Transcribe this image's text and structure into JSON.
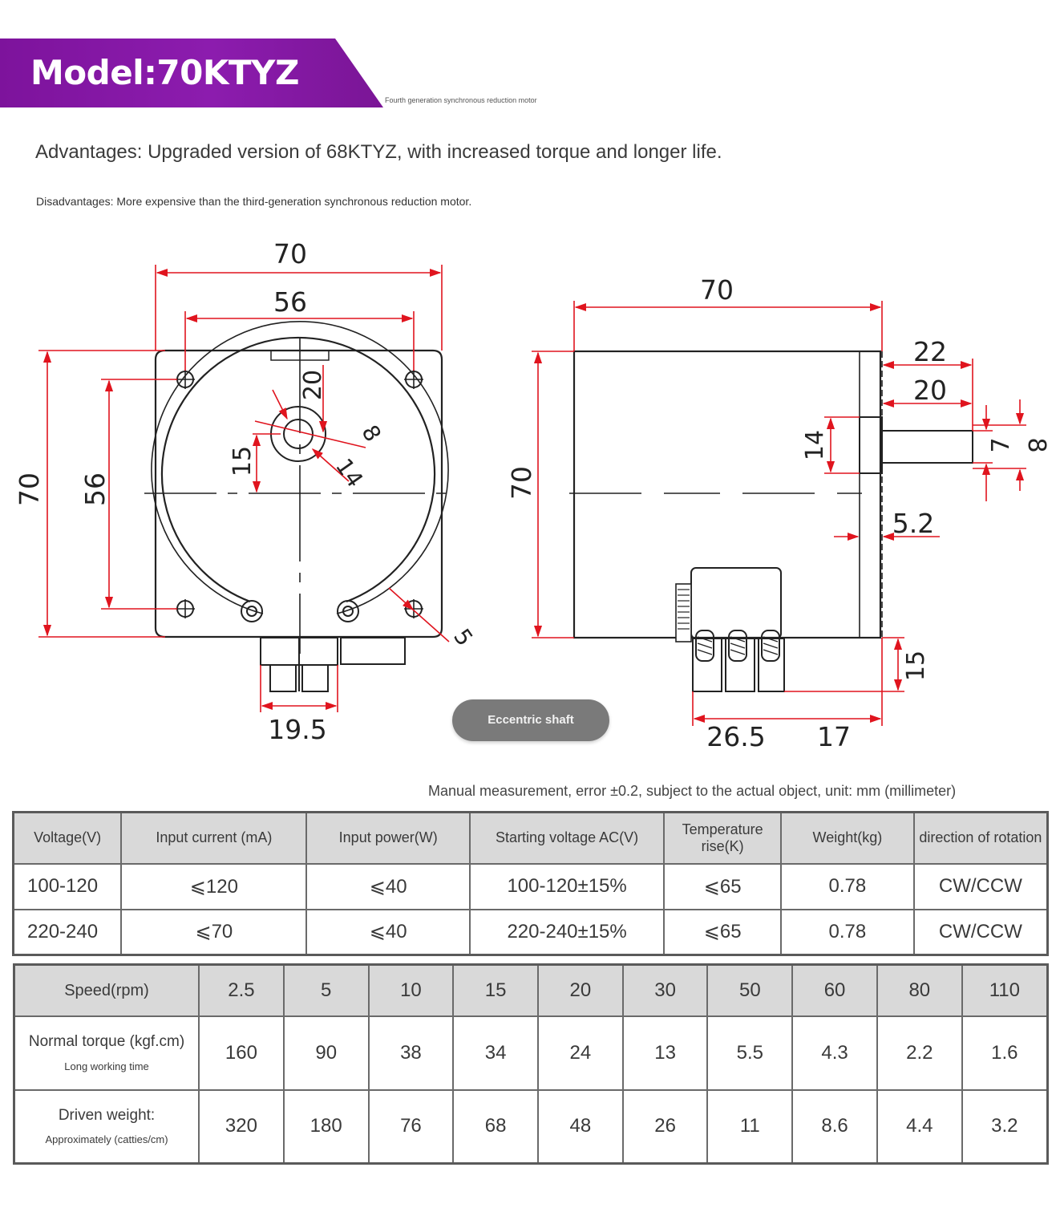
{
  "header": {
    "model": "Model:70KTYZ",
    "subtitle": "Fourth generation synchronous reduction motor",
    "advantages": "Advantages: Upgraded version of 68KTYZ, with increased torque and longer life.",
    "disadvantages": "Disadvantages: More expensive than the third-generation synchronous reduction motor."
  },
  "drawing": {
    "front": {
      "width_outer": "70",
      "width_holes": "56",
      "height_outer": "70",
      "height_holes": "56",
      "offset_20": "20",
      "dim_8": "8",
      "dim_15": "15",
      "dim_14": "14",
      "dim_5": "5",
      "terminal_width": "19.5"
    },
    "side": {
      "length": "70",
      "height": "70",
      "shaft_22": "22",
      "shaft_20": "20",
      "boss_14": "14",
      "shaft_7": "7",
      "shaft_8": "8",
      "flange_5_2": "5.2",
      "terminal_15": "15",
      "terminal_26_5": "26.5",
      "terminal_17": "17"
    },
    "badge": "Eccentric shaft"
  },
  "note": "Manual measurement, error ±0.2, subject to the actual object, unit: mm (millimeter)",
  "spec_table": {
    "headers": [
      "Voltage(V)",
      "Input current (mA)",
      "Input power(W)",
      "Starting voltage AC(V)",
      "Temperature rise(K)",
      "Weight(kg)",
      "direction of rotation"
    ],
    "rows": [
      [
        "100-120",
        "⩽120",
        "⩽40",
        "100-120±15%",
        "⩽65",
        "0.78",
        "CW/CCW"
      ],
      [
        "220-240",
        "⩽70",
        "⩽40",
        "220-240±15%",
        "⩽65",
        "0.78",
        "CW/CCW"
      ]
    ]
  },
  "perf_table": {
    "speed_label": "Speed(rpm)",
    "speeds": [
      "2.5",
      "5",
      "10",
      "15",
      "20",
      "30",
      "50",
      "60",
      "80",
      "110"
    ],
    "torque_label": "Normal torque (kgf.cm)",
    "torque_sub": "Long working time",
    "torques": [
      "160",
      "90",
      "38",
      "34",
      "24",
      "13",
      "5.5",
      "4.3",
      "2.2",
      "1.6"
    ],
    "weight_label": "Driven weight:",
    "weight_sub": "Approximately (catties/cm)",
    "weights": [
      "320",
      "180",
      "76",
      "68",
      "48",
      "26",
      "11",
      "8.6",
      "4.4",
      "3.2"
    ]
  },
  "colors": {
    "banner": "#8a1aab",
    "dimension": "#e0141e",
    "outline": "#222222",
    "table_header": "#d9d9d9"
  }
}
